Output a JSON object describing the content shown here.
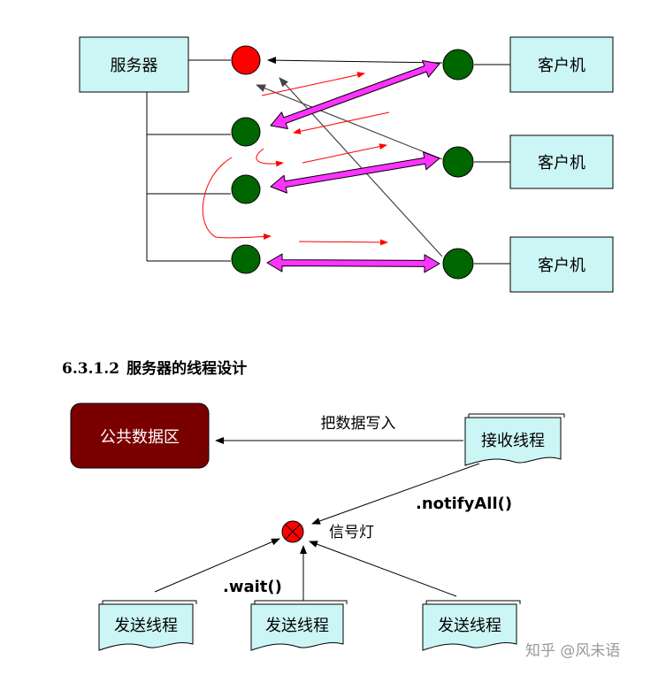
{
  "diagram1": {
    "server_label": "服务器",
    "client_labels": [
      "客户机",
      "客户机",
      "客户机"
    ]
  },
  "section": {
    "number": "6.3.1.2",
    "title": "服务器的线程设计"
  },
  "diagram2": {
    "shared_data_label": "公共数据区",
    "write_label": "把数据写入",
    "receive_thread_label": "接收线程",
    "notify_label": ".notifyAll()",
    "signal_label": "信号灯",
    "wait_label": ".wait()",
    "send_thread_labels": [
      "发送线程",
      "发送线程",
      "发送线程"
    ]
  },
  "watermark": "知乎 @风未语",
  "colors": {
    "box_fill": "#ccf6f6",
    "red_node": "#ff0000",
    "green_node": "#006600",
    "magenta_arrow": "#ff33ff",
    "shared_box": "#7a0000"
  }
}
